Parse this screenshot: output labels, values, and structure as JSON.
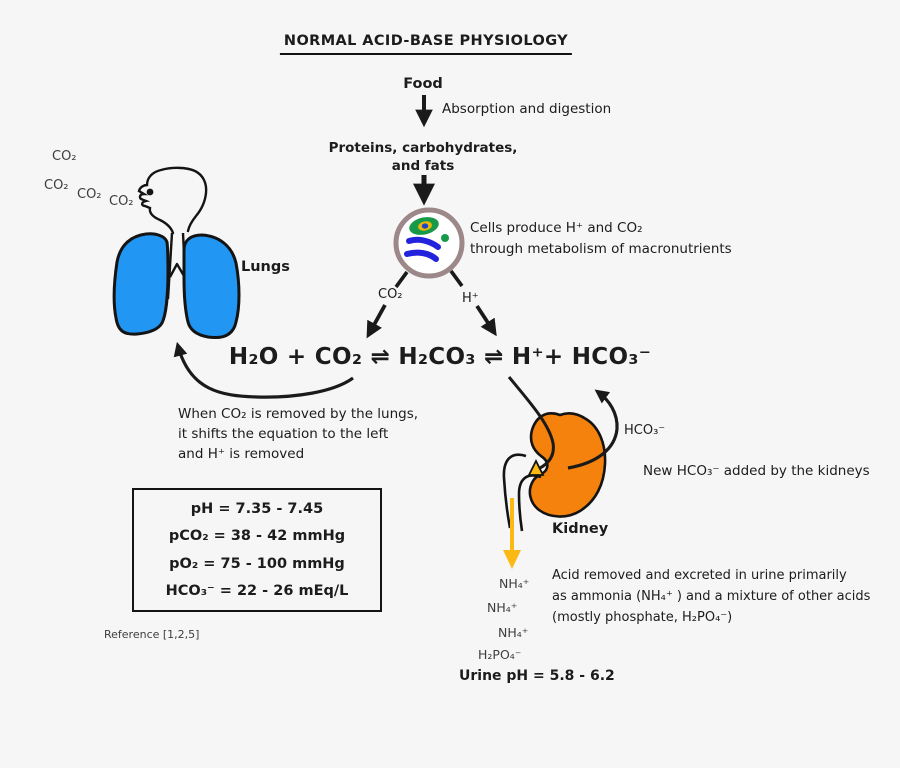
{
  "colors": {
    "background": "#f6f6f6",
    "lung_blue": "#2196f3",
    "kidney_orange": "#f5820c",
    "urine_yellow": "#fdb913",
    "cell_border": "#9c8888",
    "organelle_green": "#169a4a",
    "organelle_yellow": "#e7b70c",
    "organelle_blue": "#2323dd",
    "organelle_blue_dark": "#2244cc"
  },
  "title": "NORMAL ACID-BASE PHYSIOLOGY",
  "flow": {
    "food_label": "Food",
    "absorption_label": "Absorption and digestion",
    "macronutrients_line1": "Proteins, carbohydrates,",
    "macronutrients_line2": "and fats",
    "cell_caption_line1": "Cells produce H⁺ and CO₂",
    "cell_caption_line2": "through metabolism of macronutrients",
    "co2_branch_label": "CO₂",
    "h_branch_label": "H⁺"
  },
  "equation": {
    "text": "H₂O + CO₂ ⇌ H₂CO₃ ⇌ H⁺+ HCO₃⁻"
  },
  "lungs": {
    "label": "Lungs",
    "exhaled_co2": [
      "CO₂",
      "CO₂",
      "CO₂",
      "CO₂"
    ],
    "note_line1": "When CO₂ is removed by the lungs,",
    "note_line2": "it shifts the equation to the left",
    "note_line3": "and H⁺ is removed"
  },
  "normal_values": {
    "rows": [
      "pH = 7.35 - 7.45",
      "pCO₂ = 38 - 42 mmHg",
      "pO₂ = 75 - 100 mmHg",
      "HCO₃⁻ = 22 - 26 mEq/L"
    ]
  },
  "reference": "Reference [1,2,5]",
  "kidney": {
    "label": "Kidney",
    "hco3_label": "HCO₃⁻",
    "note": "New HCO₃⁻ added by the kidneys",
    "excreted": [
      "NH₄⁺",
      "NH₄⁺",
      "NH₄⁺",
      "H₂PO₄⁻"
    ],
    "acid_note_line1": "Acid removed and excreted in urine primarily",
    "acid_note_line2": "as ammonia (NH₄⁺ ) and a mixture of other acids",
    "acid_note_line3": "(mostly phosphate, H₂PO₄⁻)",
    "urine_ph": "Urine pH = 5.8 - 6.2"
  }
}
